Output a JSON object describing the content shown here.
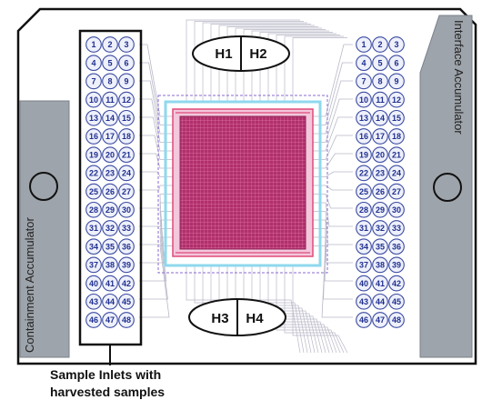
{
  "heaters": {
    "top": [
      "H1",
      "H2"
    ],
    "bottom": [
      "H3",
      "H4"
    ]
  },
  "accumulators": {
    "left": "Containment Accumulator",
    "right": "Interface Accumulator"
  },
  "inlets": {
    "left": [
      "1",
      "2",
      "3",
      "4",
      "5",
      "6",
      "7",
      "8",
      "9",
      "10",
      "11",
      "12",
      "13",
      "14",
      "15",
      "16",
      "17",
      "18",
      "19",
      "20",
      "21",
      "22",
      "23",
      "24",
      "25",
      "26",
      "27",
      "28",
      "29",
      "30",
      "31",
      "32",
      "33",
      "34",
      "35",
      "36",
      "37",
      "38",
      "39",
      "40",
      "41",
      "42",
      "43",
      "44",
      "45",
      "46",
      "47",
      "48"
    ],
    "right": [
      "1",
      "2",
      "3",
      "4",
      "5",
      "6",
      "7",
      "8",
      "9",
      "10",
      "11",
      "12",
      "13",
      "14",
      "15",
      "16",
      "17",
      "18",
      "19",
      "20",
      "21",
      "22",
      "23",
      "24",
      "25",
      "26",
      "27",
      "28",
      "29",
      "30",
      "31",
      "32",
      "33",
      "34",
      "35",
      "36",
      "37",
      "38",
      "39",
      "40",
      "41",
      "42",
      "43",
      "44",
      "45",
      "46",
      "47",
      "48"
    ]
  },
  "caption": {
    "line1": "Sample Inlets with",
    "line2": "harvested samples"
  },
  "colors": {
    "chip_fill": "#b0306a",
    "chip_grid": "#e06aa8",
    "chip_border": "#8fd8ee",
    "inlet_text": "#1f2f8f",
    "trace_line": "#b8b8c8"
  }
}
